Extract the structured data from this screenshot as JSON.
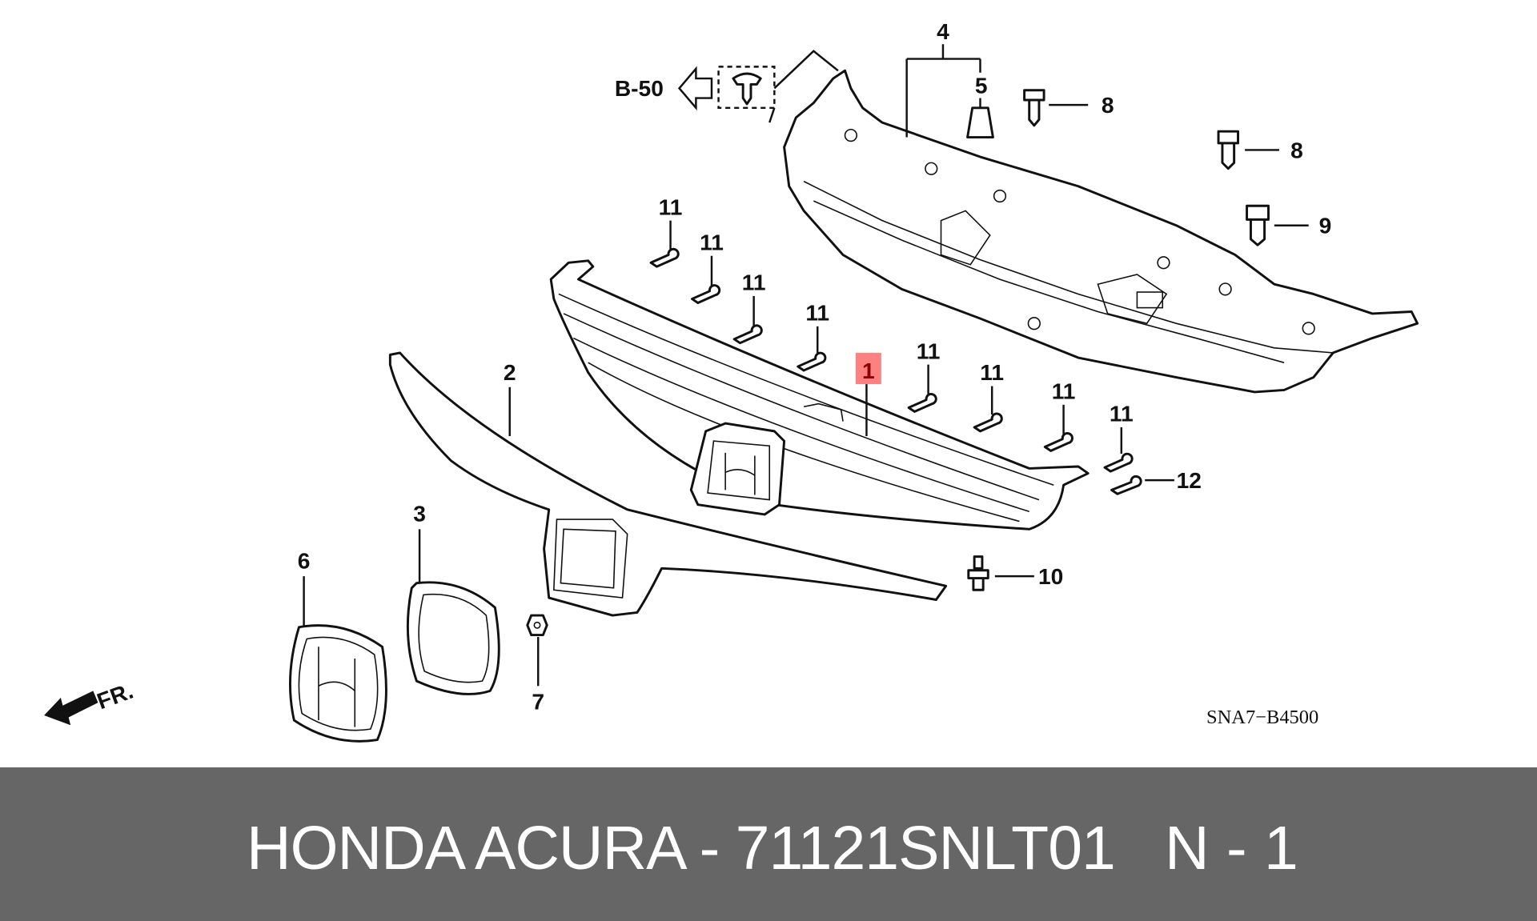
{
  "diagram": {
    "reference_code": "SNA7−B4500",
    "section_ref": "B-50",
    "front_arrow": "FR.",
    "highlight_color": "#ff8080",
    "callouts": {
      "p1": "1",
      "p2": "2",
      "p3": "3",
      "p4": "4",
      "p5": "5",
      "p6": "6",
      "p7": "7",
      "p8": "8",
      "p9": "9",
      "p10": "10",
      "p11": "11",
      "p12": "12"
    },
    "highlighted_part": "1"
  },
  "footer": {
    "title": "HONDA ACURA - 71121SNLT01",
    "page": "N - 1",
    "background": "#666666"
  }
}
